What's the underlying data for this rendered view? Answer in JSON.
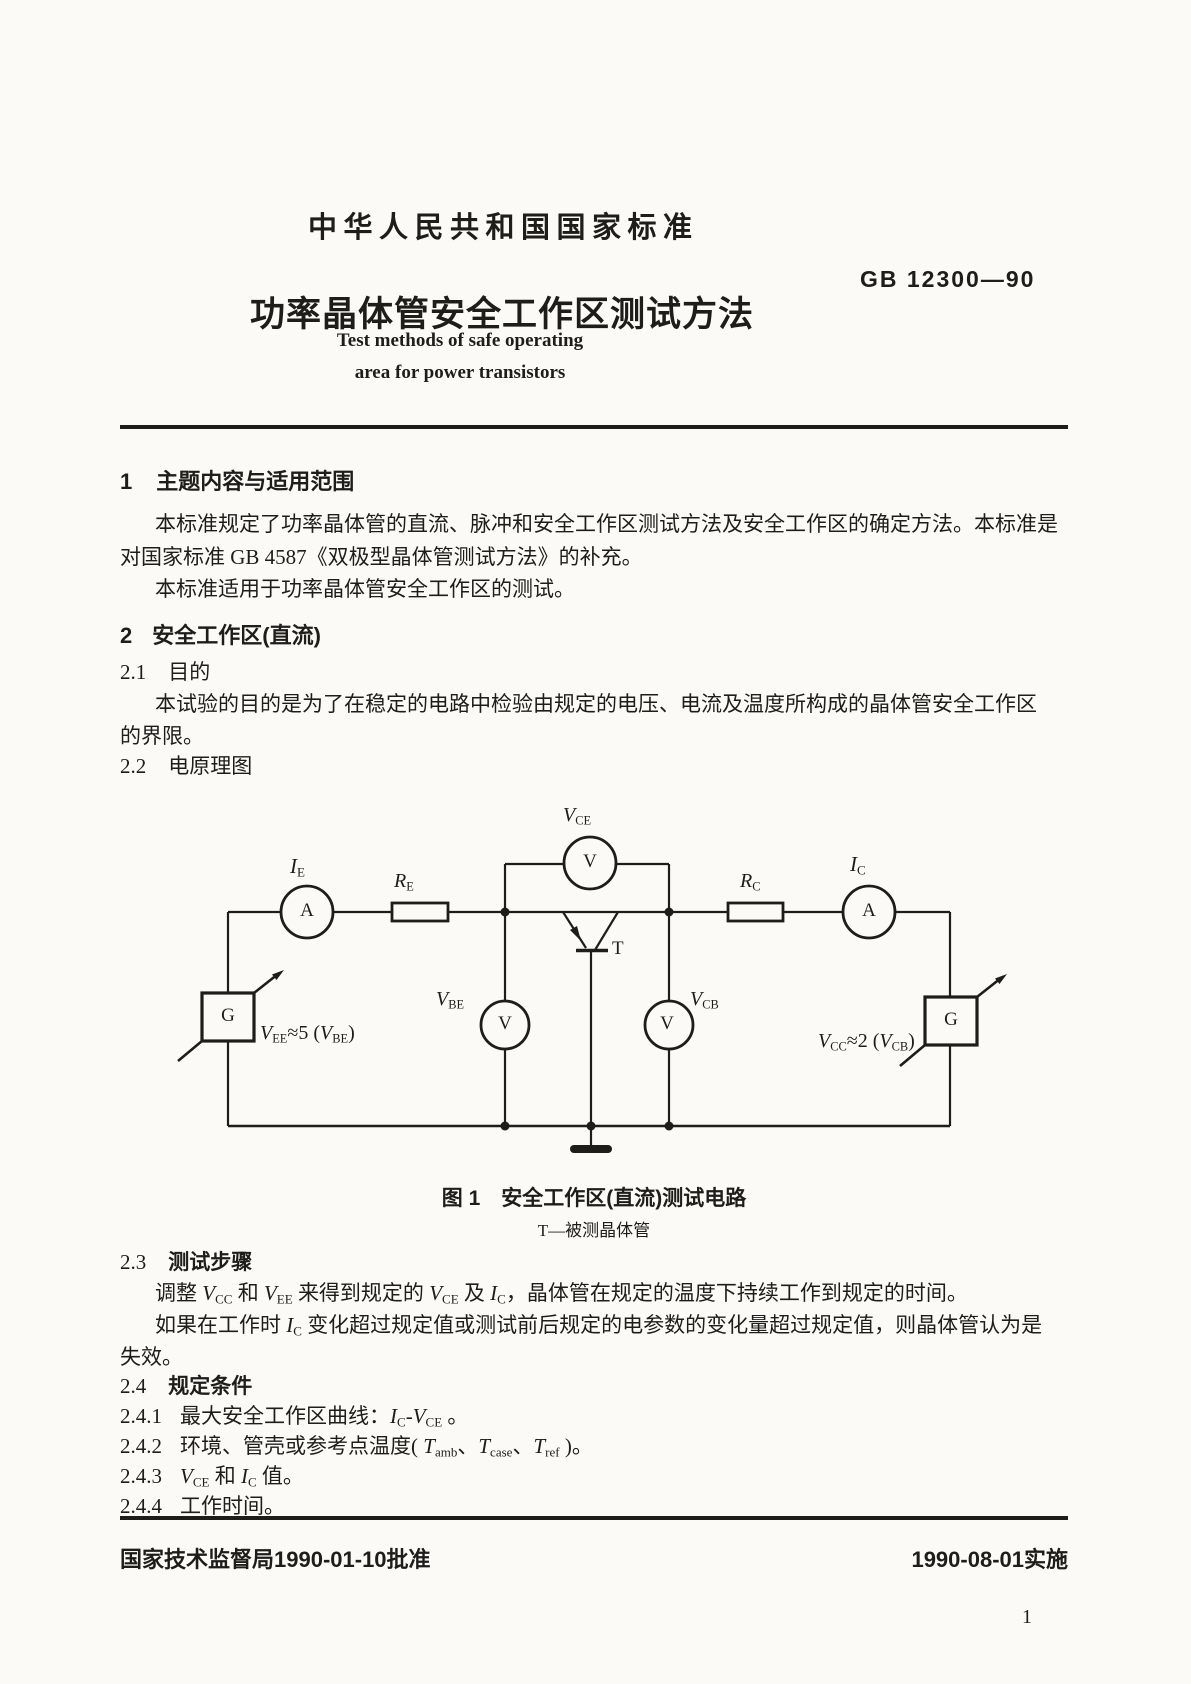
{
  "page": {
    "bg": "#fbfaf6",
    "ink": "#1e1d1a"
  },
  "header": {
    "standard_label": "中华人民共和国国家标准",
    "code": "GB 12300—90",
    "title_zh": "功率晶体管安全工作区测试方法",
    "title_en_line1": "Test methods of safe operating",
    "title_en_line2": "area for power transistors"
  },
  "section1": {
    "num": "1",
    "heading": "主题内容与适用范围",
    "p1_line1": "本标准规定了功率晶体管的直流、脉冲和安全工作区测试方法及安全工作区的确定方法。本标准是",
    "p1_line2": "对国家标准 GB 4587《双极型晶体管测试方法》的补充。",
    "p2": "本标准适用于功率晶体管安全工作区的测试。"
  },
  "section2": {
    "num": "2",
    "heading": "安全工作区(直流)",
    "s21_num": "2.1",
    "s21_heading": "目的",
    "s21_p_line1": "本试验的目的是为了在稳定的电路中检验由规定的电压、电流及温度所构成的晶体管安全工作区",
    "s21_p_line2": "的界限。",
    "s22_num": "2.2",
    "s22_heading": "电原理图"
  },
  "diagram": {
    "caption": "图 1　安全工作区(直流)测试电路",
    "subcaption": "T—被测晶体管",
    "ammeter_letter": "A",
    "voltmeter_letter": "V",
    "source_letter": "G",
    "transistor_letter": "T",
    "label_ie": [
      {
        "k": "i",
        "v": "I"
      },
      {
        "k": "s",
        "v": "E"
      }
    ],
    "label_re": [
      {
        "k": "i",
        "v": "R"
      },
      {
        "k": "s",
        "v": "E"
      }
    ],
    "label_vce": [
      {
        "k": "i",
        "v": "V"
      },
      {
        "k": "s",
        "v": "CE"
      }
    ],
    "label_rc": [
      {
        "k": "i",
        "v": "R"
      },
      {
        "k": "s",
        "v": "C"
      }
    ],
    "label_ic": [
      {
        "k": "i",
        "v": "I"
      },
      {
        "k": "s",
        "v": "C"
      }
    ],
    "label_vbe": [
      {
        "k": "i",
        "v": "V"
      },
      {
        "k": "s",
        "v": "BE"
      }
    ],
    "label_vcb": [
      {
        "k": "i",
        "v": "V"
      },
      {
        "k": "s",
        "v": "CB"
      }
    ],
    "label_vee": [
      {
        "k": "i",
        "v": "V"
      },
      {
        "k": "s",
        "v": "EE"
      },
      {
        "k": "t",
        "v": "≈5 ("
      },
      {
        "k": "i",
        "v": "V"
      },
      {
        "k": "s",
        "v": "BE"
      },
      {
        "k": "t",
        "v": ")"
      }
    ],
    "label_vcc": [
      {
        "k": "i",
        "v": "V"
      },
      {
        "k": "s",
        "v": "CC"
      },
      {
        "k": "t",
        "v": "≈2 ("
      },
      {
        "k": "i",
        "v": "V"
      },
      {
        "k": "s",
        "v": "CB"
      },
      {
        "k": "t",
        "v": ")"
      }
    ]
  },
  "section23": {
    "num": "2.3",
    "heading": "测试步骤",
    "p1": [
      {
        "k": "t",
        "v": "调整 "
      },
      {
        "k": "i",
        "v": "V"
      },
      {
        "k": "s",
        "v": "CC"
      },
      {
        "k": "t",
        "v": " 和 "
      },
      {
        "k": "i",
        "v": "V"
      },
      {
        "k": "s",
        "v": "EE"
      },
      {
        "k": "t",
        "v": " 来得到规定的 "
      },
      {
        "k": "i",
        "v": "V"
      },
      {
        "k": "s",
        "v": "CE"
      },
      {
        "k": "t",
        "v": " 及 "
      },
      {
        "k": "i",
        "v": "I"
      },
      {
        "k": "s",
        "v": "C"
      },
      {
        "k": "t",
        "v": "，晶体管在规定的温度下持续工作到规定的时间。"
      }
    ],
    "p2_line1": [
      {
        "k": "t",
        "v": "如果在工作时 "
      },
      {
        "k": "i",
        "v": "I"
      },
      {
        "k": "s",
        "v": "C"
      },
      {
        "k": "t",
        "v": " 变化超过规定值或测试前后规定的电参数的变化量超过规定值，则晶体管认为是"
      }
    ],
    "p2_line2": "失效。"
  },
  "section24": {
    "num": "2.4",
    "heading": "规定条件",
    "s241_num": "2.4.1",
    "s241": [
      {
        "k": "t",
        "v": "最大安全工作区曲线："
      },
      {
        "k": "i",
        "v": "I"
      },
      {
        "k": "s",
        "v": "C"
      },
      {
        "k": "t",
        "v": "-"
      },
      {
        "k": "i",
        "v": "V"
      },
      {
        "k": "s",
        "v": "CE"
      },
      {
        "k": "t",
        "v": " 。"
      }
    ],
    "s242_num": "2.4.2",
    "s242": [
      {
        "k": "t",
        "v": "环境、管壳或参考点温度( "
      },
      {
        "k": "i",
        "v": "T"
      },
      {
        "k": "s",
        "v": "amb"
      },
      {
        "k": "t",
        "v": "、"
      },
      {
        "k": "i",
        "v": "T"
      },
      {
        "k": "s",
        "v": "case"
      },
      {
        "k": "t",
        "v": "、"
      },
      {
        "k": "i",
        "v": "T"
      },
      {
        "k": "s",
        "v": "ref"
      },
      {
        "k": "t",
        "v": " )。"
      }
    ],
    "s243_num": "2.4.3",
    "s243": [
      {
        "k": "i",
        "v": "V"
      },
      {
        "k": "s",
        "v": "CE"
      },
      {
        "k": "t",
        "v": " 和 "
      },
      {
        "k": "i",
        "v": "I"
      },
      {
        "k": "s",
        "v": "C"
      },
      {
        "k": "t",
        "v": " 值。"
      }
    ],
    "s244_num": "2.4.4",
    "s244": "工作时间。"
  },
  "footer": {
    "approval": "国家技术监督局1990-01-10批准",
    "implementation": "1990-08-01实施",
    "page_number": "1"
  }
}
